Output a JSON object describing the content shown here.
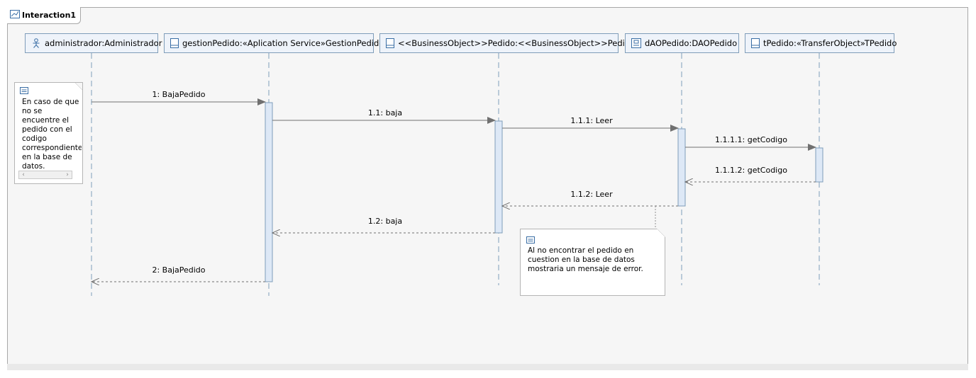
{
  "frame": {
    "title": "Interaction1",
    "icon": "interaction-frame-icon"
  },
  "lifelines": [
    {
      "id": "administrador",
      "label": "administrador:Administrador",
      "icon": "actor-icon"
    },
    {
      "id": "gestionPedido",
      "label": "gestionPedido:«Aplication Service»GestionPedido",
      "icon": "class-icon"
    },
    {
      "id": "pedido",
      "label": "<<BusinessObject>>Pedido:<<BusinessObject>>Pedido",
      "icon": "class-icon"
    },
    {
      "id": "dAOPedido",
      "label": "dAOPedido:DAOPedido",
      "icon": "component-icon"
    },
    {
      "id": "tPedido",
      "label": "tPedido:«TransferObject»TPedido",
      "icon": "class-icon"
    }
  ],
  "messages": [
    {
      "label": "1: BajaPedido",
      "kind": "sync"
    },
    {
      "label": "1.1: baja",
      "kind": "sync"
    },
    {
      "label": "1.1.1: Leer",
      "kind": "sync"
    },
    {
      "label": "1.1.1.1: getCodigo",
      "kind": "sync"
    },
    {
      "label": "1.1.1.2: getCodigo",
      "kind": "reply"
    },
    {
      "label": "1.1.2: Leer",
      "kind": "reply"
    },
    {
      "label": "1.2: baja",
      "kind": "reply"
    },
    {
      "label": "2: BajaPedido",
      "kind": "reply"
    }
  ],
  "notes": [
    {
      "text": "En caso de que\nno se\nencuentre el\npedido con el\ncodigo\ncorrespondiente\nen la base de\ndatos.",
      "icon": "note-icon"
    },
    {
      "text": "Al no encontrar el pedido en\ncuestion en la base de datos\nmostraria un mensaje de error.",
      "icon": "note-icon"
    }
  ],
  "colors": {
    "lifeline_line": "#7f9db9",
    "activation_fill": "#dde8f6",
    "activation_border": "#7f9db9",
    "arrow": "#707070",
    "frame_bg": "#f6f6f6"
  }
}
